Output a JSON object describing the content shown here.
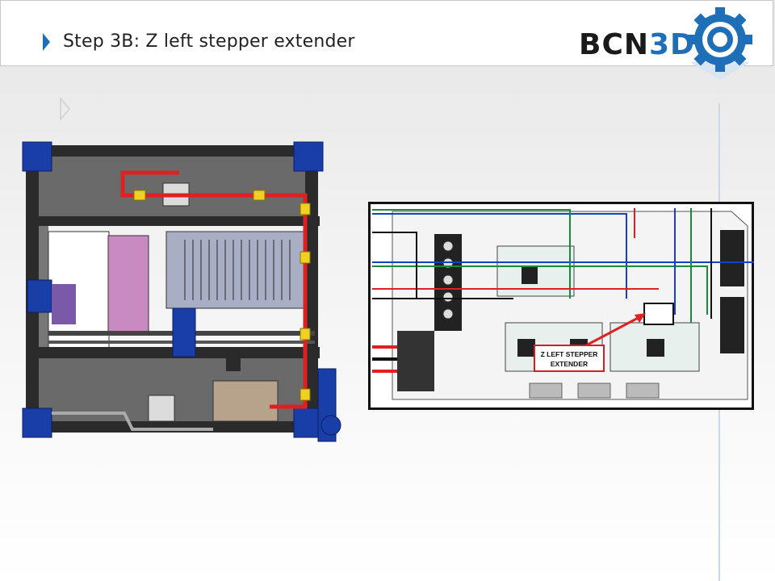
{
  "header": {
    "title": "Step 3B: Z left stepper extender",
    "logo_text_a": "BCN",
    "logo_text_b": "3D"
  },
  "board": {
    "callout_line1": "Z LEFT STEPPER",
    "callout_line2": "EXTENDER"
  },
  "colors": {
    "accent": "#1f6fb8",
    "wire_red": "#e02020",
    "frame_blue": "#1a3ea8"
  }
}
